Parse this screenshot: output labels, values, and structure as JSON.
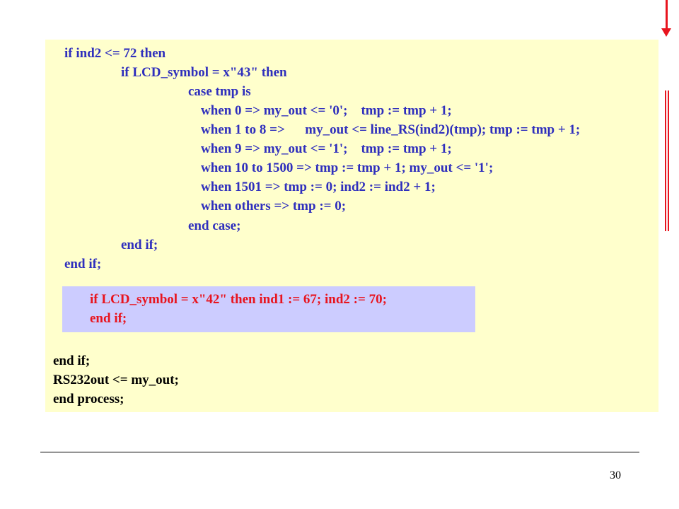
{
  "code": {
    "lines": [
      "if ind2 <= 72 then",
      "if LCD_symbol = x\"43\" then",
      "case tmp is",
      "when 0 => my_out <= '0';    tmp := tmp + 1;",
      "when 1 to 8 =>      my_out <= line_RS(ind2)(tmp); tmp := tmp + 1;",
      "when 9 => my_out <= '1';    tmp := tmp + 1;",
      "when 10 to 1500 => tmp := tmp + 1; my_out <= '1';",
      "when 1501 => tmp := 0; ind2 := ind2 + 1;",
      "when others => tmp := 0;",
      "end case;",
      "end if;",
      "end if;"
    ],
    "highlight_lines": [
      "if LCD_symbol = x\"42\" then ind1 := 67; ind2 := 70;",
      "end if;"
    ],
    "tail_lines": [
      "end if;",
      "RS232out <= my_out;",
      "end process;"
    ]
  },
  "page_number": "30",
  "colors": {
    "code_background": "#ffffcc",
    "highlight_background": "#ccccff",
    "code_text_blue": "#2f2fbd",
    "highlight_text_red": "#e8141e",
    "accent_red": "#e8141e"
  }
}
